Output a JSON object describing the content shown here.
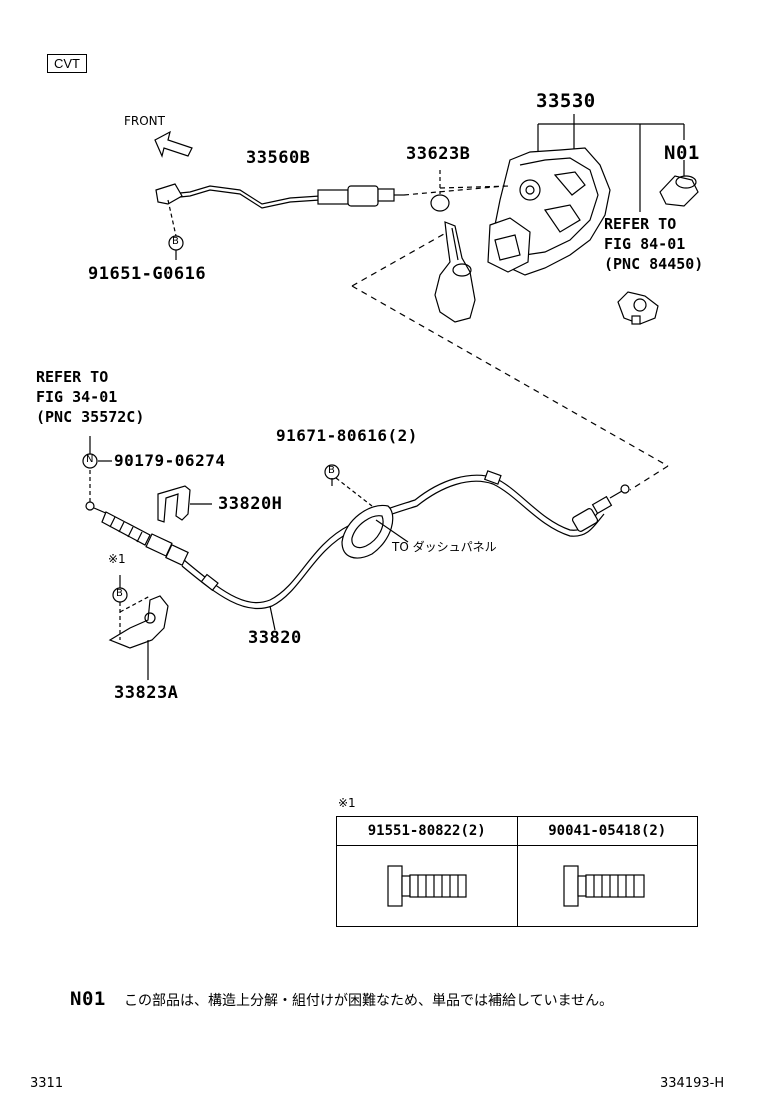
{
  "header": {
    "badge": "CVT"
  },
  "front_label": "FRONT",
  "parts": {
    "p33530": "33530",
    "p33560B": "33560B",
    "p33623B": "33623B",
    "pN01": "N01",
    "p91651": "91651-G0616",
    "ref84": "REFER TO\nFIG 84-01\n(PNC 84450)",
    "ref34": "REFER TO\nFIG 34-01\n(PNC 35572C)",
    "p90179": "90179-06274",
    "p91671": "91671-80616(2)",
    "p33820H": "33820H",
    "to_dash": "TO ダッシュパネル",
    "p33820": "33820",
    "p33823A": "33823A",
    "marker_b": "B",
    "marker_n": "N",
    "note_mark": "※1"
  },
  "table": {
    "mark": "※1",
    "col1": "91551-80822(2)",
    "col2": "90041-05418(2)"
  },
  "footnote": {
    "code": "N01",
    "text": "この部品は、構造上分解・組付けが困難なため、単品では補給していません。"
  },
  "footer": {
    "left": "3311",
    "right": "334193-H"
  }
}
